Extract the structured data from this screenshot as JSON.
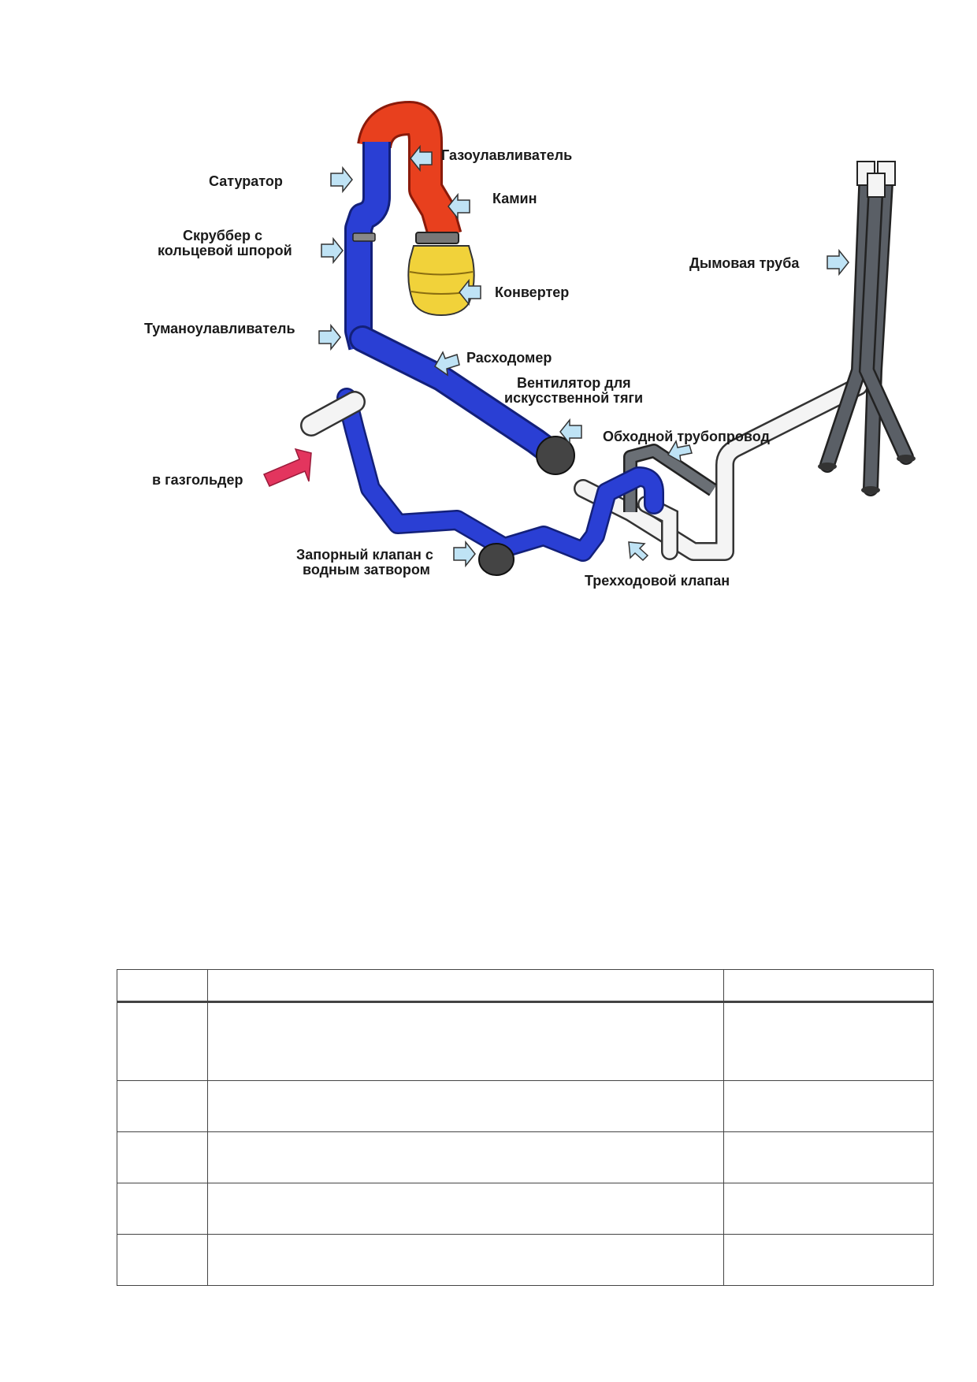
{
  "diagram": {
    "labels": {
      "saturator": "Сатуратор",
      "gas_catcher": "Газоулавливатель",
      "fireplace": "Камин",
      "scrubber_l1": "Скруббер с",
      "scrubber_l2": "кольцевой шпорой",
      "converter": "Конвертер",
      "mist_catcher": "Туманоулавливатель",
      "flowmeter": "Расходомер",
      "fan_l1": "Вентилятор для",
      "fan_l2": "искусственной тяги",
      "chimney": "Дымовая труба",
      "bypass": "Обходной трубопровод",
      "to_gasholder": "в газгольдер",
      "valve_l1": "Запорный клапан с",
      "valve_l2": "водным затвором",
      "three_way": "Трехходовой клапан"
    },
    "colors": {
      "red_pipe": "#e8401e",
      "blue_pipe": "#2a3fd4",
      "converter": "#f1d23a",
      "white_pipe": "#f4f4f4",
      "dark_pipe": "#555a60",
      "pointer": "#bfe3f5",
      "gasholder_arrow": "#e3355e"
    }
  },
  "table": {
    "rows": [
      [
        "",
        "",
        ""
      ],
      [
        "",
        "",
        ""
      ],
      [
        "",
        "",
        ""
      ],
      [
        "",
        "",
        ""
      ],
      [
        "",
        "",
        ""
      ],
      [
        "",
        "",
        ""
      ]
    ]
  }
}
